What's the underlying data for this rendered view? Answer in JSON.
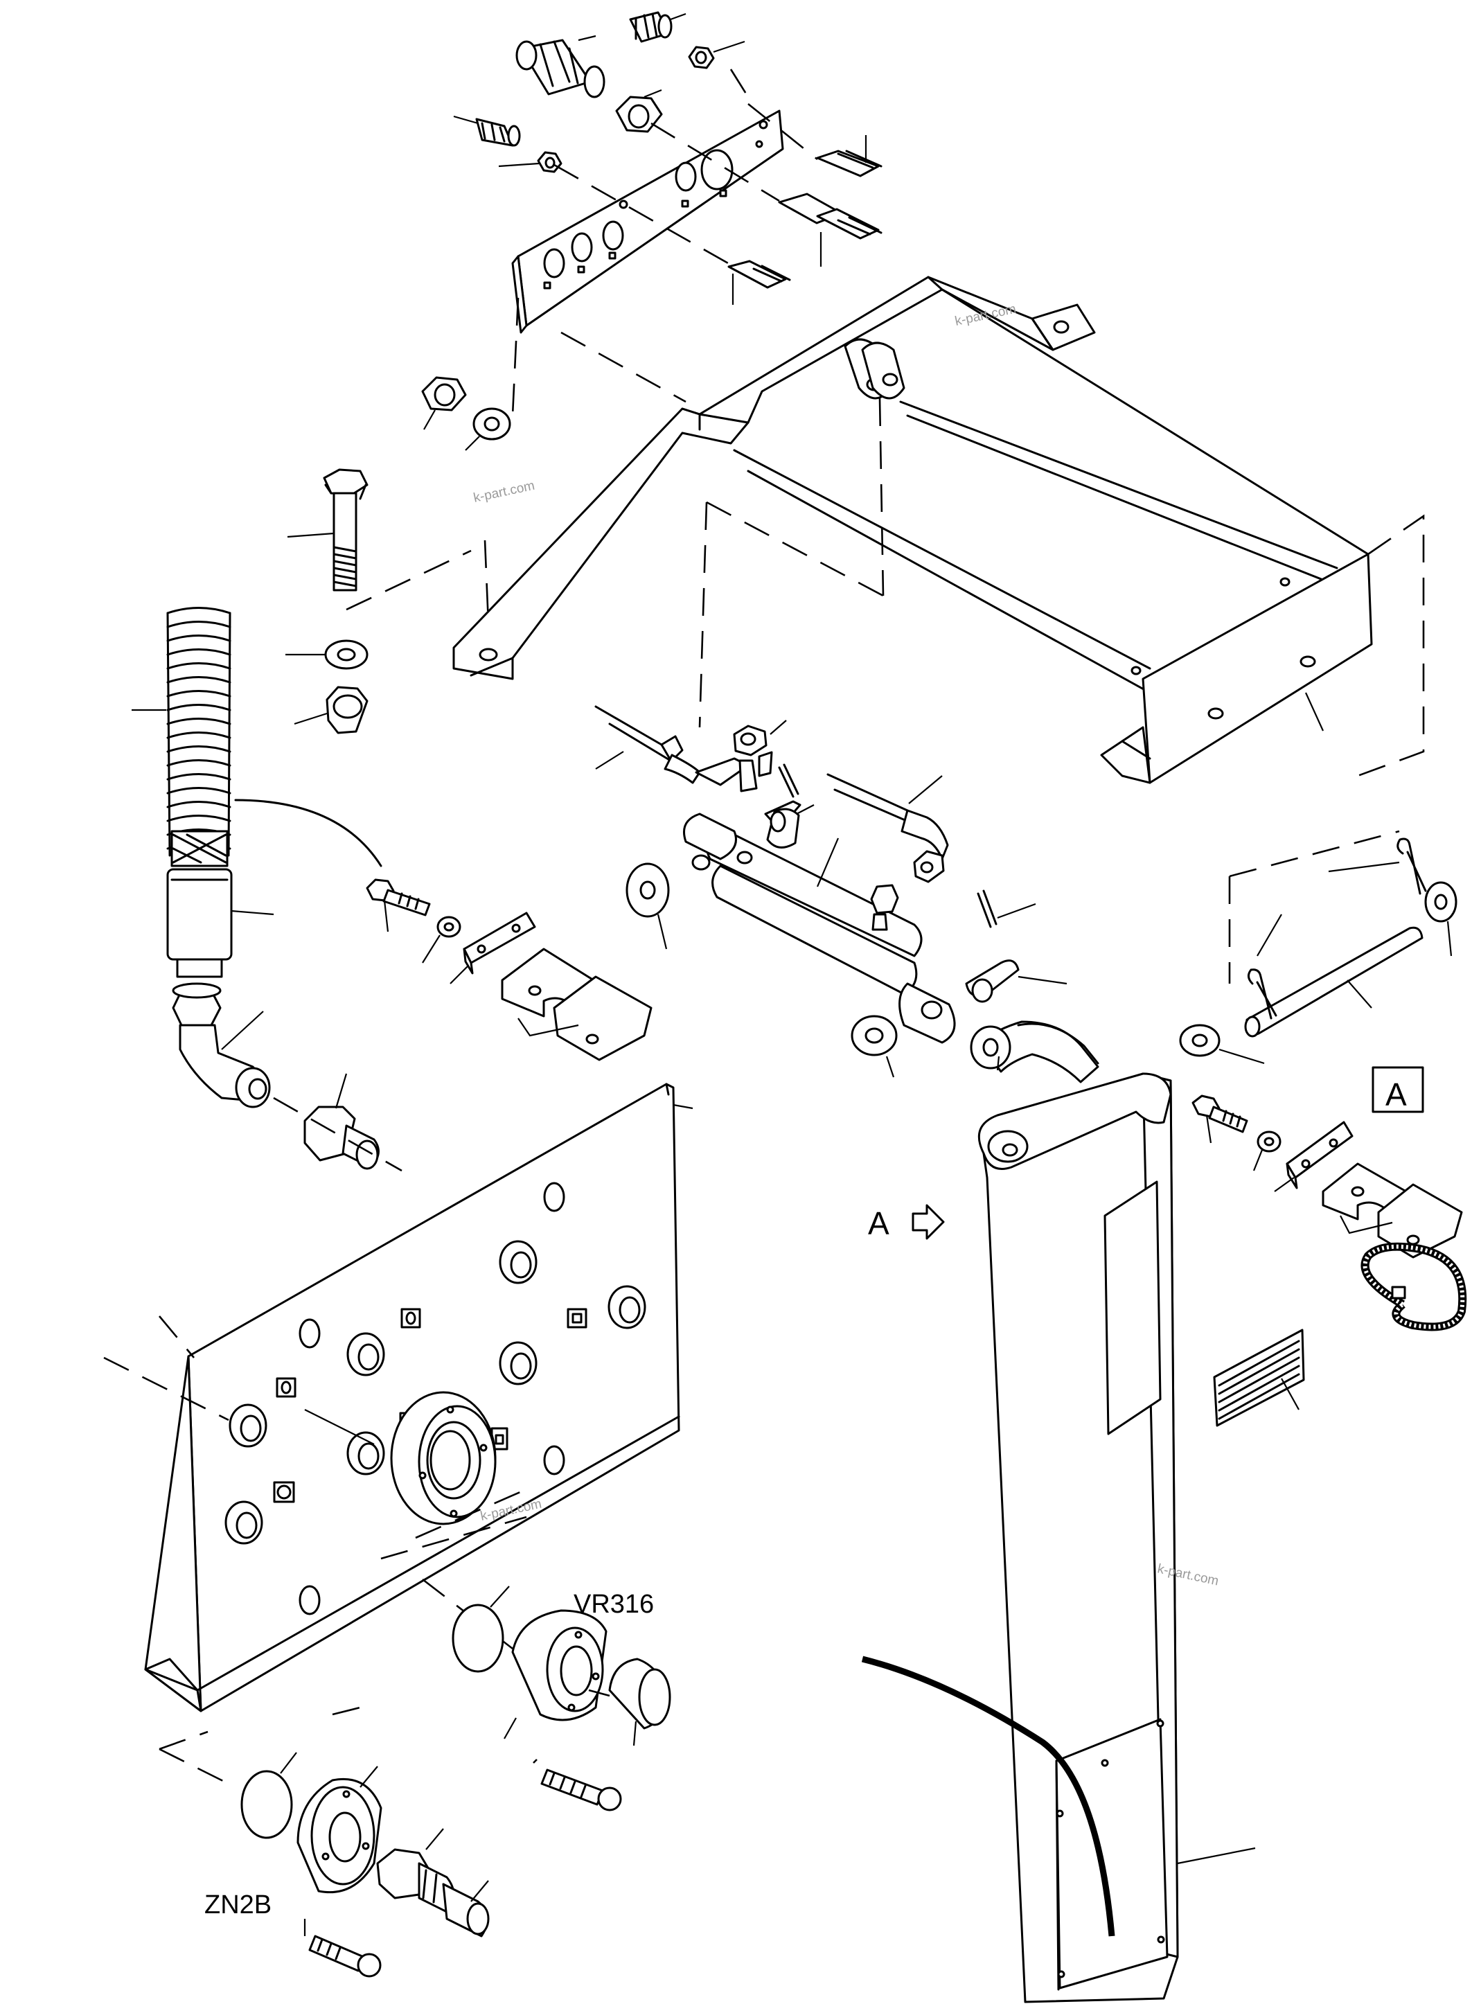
{
  "diagram": {
    "labels": {
      "vr316": "VR316",
      "zn2b": "ZN2B",
      "view_box_letter": "A",
      "view_arrow_letter": "A"
    },
    "watermark": "k-part.com"
  }
}
